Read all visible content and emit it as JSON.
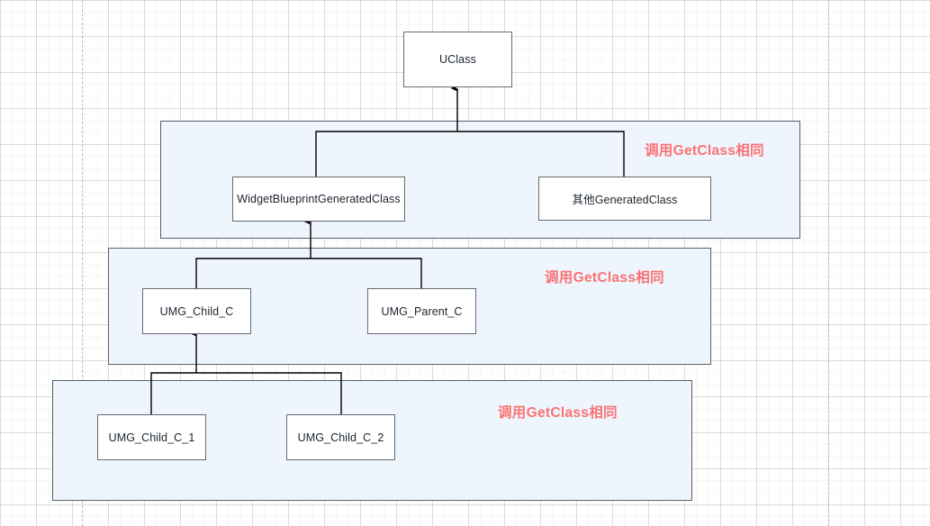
{
  "diagram": {
    "title": "UClass inheritance and GetClass equivalence diagram",
    "background": "#ffffff",
    "grid_minor_color": "#f2f2f2",
    "grid_major_color": "#e3e3e3",
    "panel_fill": "#eff5fd",
    "panel_border": "#5a5f66",
    "node_fill": "#ffffff",
    "node_border": "#666a70",
    "note_color": "#fa7272",
    "edge_color": "#000000"
  },
  "nodes": [
    {
      "id": "uclass",
      "label": "UClass"
    },
    {
      "id": "wbgc",
      "label": "WidgetBlueprintGeneratedClass"
    },
    {
      "id": "othergc",
      "label": "其他GeneratedClass"
    },
    {
      "id": "umg_child",
      "label": "UMG_Child_C"
    },
    {
      "id": "umg_parent",
      "label": "UMG_Parent_C"
    },
    {
      "id": "umg_child_1",
      "label": "UMG_Child_C_1"
    },
    {
      "id": "umg_child_2",
      "label": "UMG_Child_C_2"
    }
  ],
  "panels": [
    {
      "id": "panel-generated-classes",
      "note": "调用GetClass相同"
    },
    {
      "id": "panel-umg-classes",
      "note": "调用GetClass相同"
    },
    {
      "id": "panel-umg-instances",
      "note": "调用GetClass相同"
    }
  ],
  "edges": [
    {
      "from": "wbgc-group",
      "to": "uclass",
      "type": "arrow-up"
    },
    {
      "from": "umg-group",
      "to": "wbgc",
      "type": "arrow-up"
    },
    {
      "from": "instance-group",
      "to": "umg_child",
      "type": "arrow-up"
    }
  ]
}
